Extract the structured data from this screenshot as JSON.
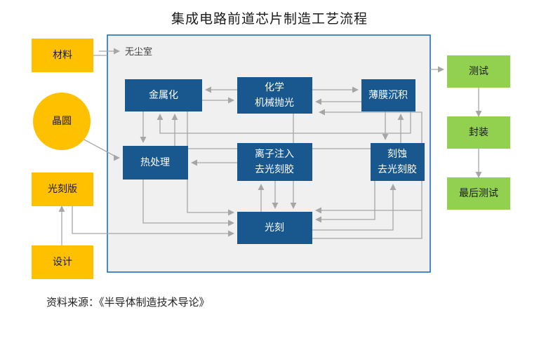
{
  "title": "集成电路前道芯片制造工艺流程",
  "source": "资料来源：《半导体制造技术导论》",
  "colors": {
    "orange": "#FFC000",
    "green": "#92D050",
    "blue": "#19578F",
    "container_border": "#1F6FB4",
    "container_fill": "#F0F0F0",
    "connector": "#A6A6A6",
    "text_dark": "#1A1A1A",
    "text_light": "#FFFFFF"
  },
  "cleanroom": {
    "label": "无尘室"
  },
  "inputs": [
    {
      "id": "material",
      "label": "材料",
      "shape": "rect"
    },
    {
      "id": "wafer",
      "label": "晶圆",
      "shape": "circle"
    },
    {
      "id": "photomask",
      "label": "光刻版",
      "shape": "rect"
    },
    {
      "id": "design",
      "label": "设计",
      "shape": "rect"
    }
  ],
  "process": [
    {
      "id": "metallization",
      "label": "金属化",
      "lines": [
        "金属化"
      ]
    },
    {
      "id": "cmp",
      "label": "化学机械抛光",
      "lines": [
        "化学",
        "机械抛光"
      ]
    },
    {
      "id": "thin-film-deposition",
      "label": "薄膜沉积",
      "lines": [
        "薄膜沉积"
      ]
    },
    {
      "id": "thermal-treatment",
      "label": "热处理",
      "lines": [
        "热处理"
      ]
    },
    {
      "id": "ion-implant-strip",
      "label": "离子注入去光刻胶",
      "lines": [
        "离子注入",
        "去光刻胶"
      ]
    },
    {
      "id": "etch-strip",
      "label": "刻蚀去光刻胶",
      "lines": [
        "刻蚀",
        "去光刻胶"
      ]
    },
    {
      "id": "photolithography",
      "label": "光刻",
      "lines": [
        "光刻"
      ]
    }
  ],
  "backend": [
    {
      "id": "test",
      "label": "测试"
    },
    {
      "id": "packaging",
      "label": "封装"
    },
    {
      "id": "final-test",
      "label": "最后测试"
    }
  ]
}
